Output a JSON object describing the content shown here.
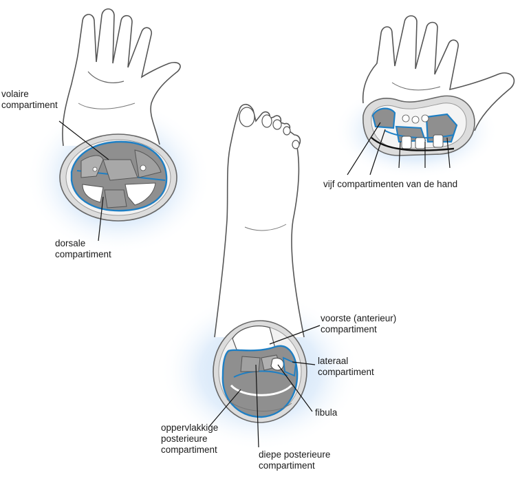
{
  "diagram": {
    "labels": {
      "volaire": [
        "volaire",
        "compartiment"
      ],
      "dorsale": [
        "dorsale",
        "compartiment"
      ],
      "vijf": [
        "vijf compartimenten van de hand"
      ],
      "voorste": [
        "voorste (anterieur)",
        "compartiment"
      ],
      "lateraal": [
        "lateraal",
        "compartiment"
      ],
      "fibula": [
        "fibula"
      ],
      "oppervlakkige": [
        "oppervlakkige",
        "posterieure",
        "compartiment"
      ],
      "diepe": [
        "diepe posterieure",
        "compartiment"
      ]
    },
    "colors": {
      "outline": "#555555",
      "muscle": "#8f8f8f",
      "fascia": "#1e7fc4",
      "skin_ring": "#dcdcdc",
      "glow": "#b9d6f5",
      "leader": "#111111"
    }
  }
}
